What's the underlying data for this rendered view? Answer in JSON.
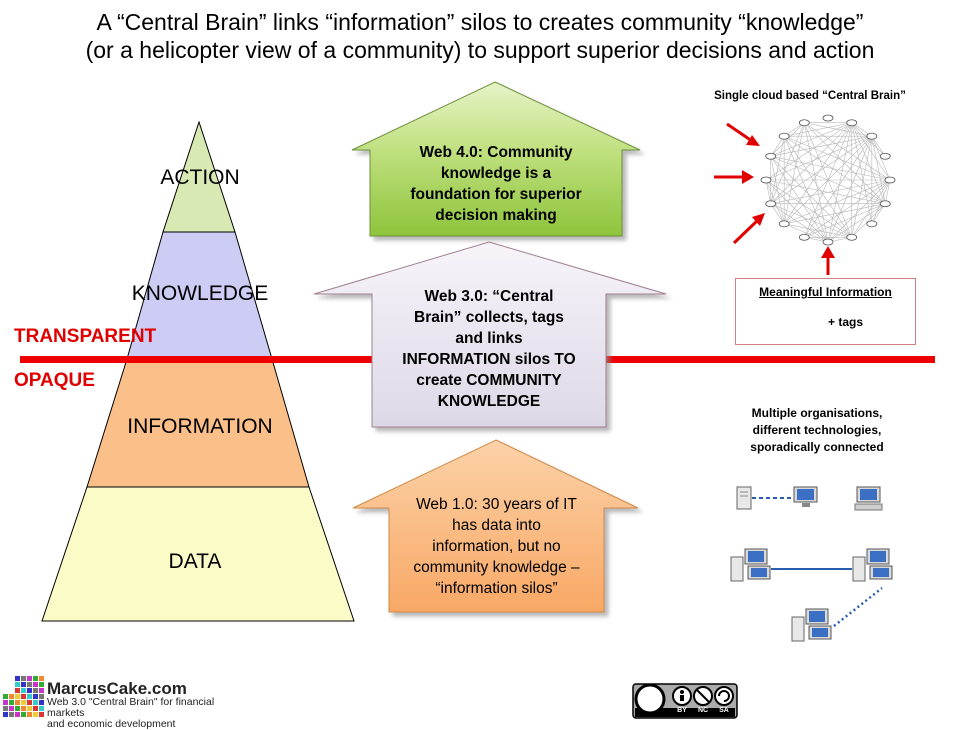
{
  "title": {
    "line1": "A “Central Brain” links “information” silos to creates community “knowledge”",
    "line2": "(or a helicopter view of a community) to support superior decisions and action"
  },
  "pyramid": {
    "action": "ACTION",
    "knowledge": "KNOWLEDGE",
    "information": "INFORMATION",
    "data": "DATA"
  },
  "divider": {
    "transparent": "TRANSPARENT",
    "opaque": "OPAQUE"
  },
  "arrows": {
    "web4": [
      "Web 4.0: Community",
      "knowledge is a",
      "foundation for superior",
      "decision making"
    ],
    "web3": [
      "Web 3.0: “Central",
      "Brain” collects, tags",
      "and links",
      "INFORMATION silos TO",
      "create COMMUNITY",
      "KNOWLEDGE"
    ],
    "web1": [
      "Web 1.0: 30 years of IT",
      "has data into",
      "information, but no",
      "community knowledge –",
      "“information silos”"
    ]
  },
  "cloud": {
    "caption": "Single cloud based  “Central Brain”"
  },
  "meaningful": {
    "title": "Meaningful Information",
    "tags": "+ tags"
  },
  "orgs": {
    "line1": "Multiple organisations,",
    "line2": "different technologies,",
    "line3": "sporadically connected"
  },
  "logo": {
    "name": "MarcusCake.com",
    "tag1": "Web 3.0 \"Central Brain\" for financial markets",
    "tag2": "and economic development"
  },
  "license": {
    "by": "BY",
    "nc": "NC",
    "sa": "SA"
  },
  "colors": {
    "action": "#d8e9b4",
    "knowledge": "#ccccf5",
    "information": "#fbbf8a",
    "data": "#fbfbc8",
    "divider": "#ee0000",
    "web4": "#9ccf4a",
    "web3": "#e7e3ee",
    "web1": "#fbb277"
  }
}
